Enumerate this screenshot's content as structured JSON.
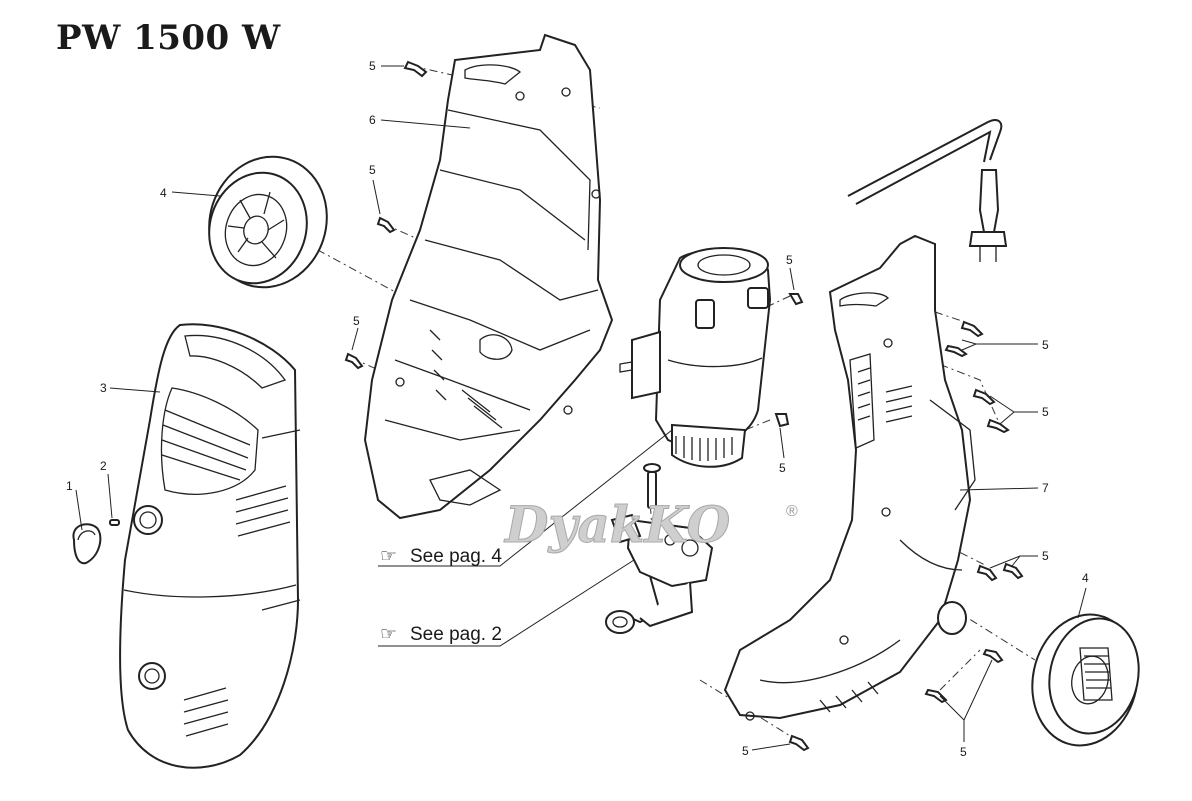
{
  "title": "PW 1500 W",
  "watermark": "DyakKO",
  "watermark_mark": "®",
  "callouts": {
    "c1": "1",
    "c2": "2",
    "c3": "3",
    "c4a": "4",
    "c4b": "4",
    "c5_top": "5",
    "c5_mid1": "5",
    "c5_mid2": "5",
    "c5_motor_top": "5",
    "c5_motor_bottom": "5",
    "c5_right_a": "5",
    "c5_right_b": "5",
    "c5_right_c": "5",
    "c5_bottom_left": "5",
    "c5_bottom_right": "5",
    "c6": "6",
    "c7": "7"
  },
  "references": {
    "ref_pag4": "See pag. 4",
    "ref_pag2": "See pag. 2"
  },
  "icons": {
    "pointing_hand": "☞"
  }
}
